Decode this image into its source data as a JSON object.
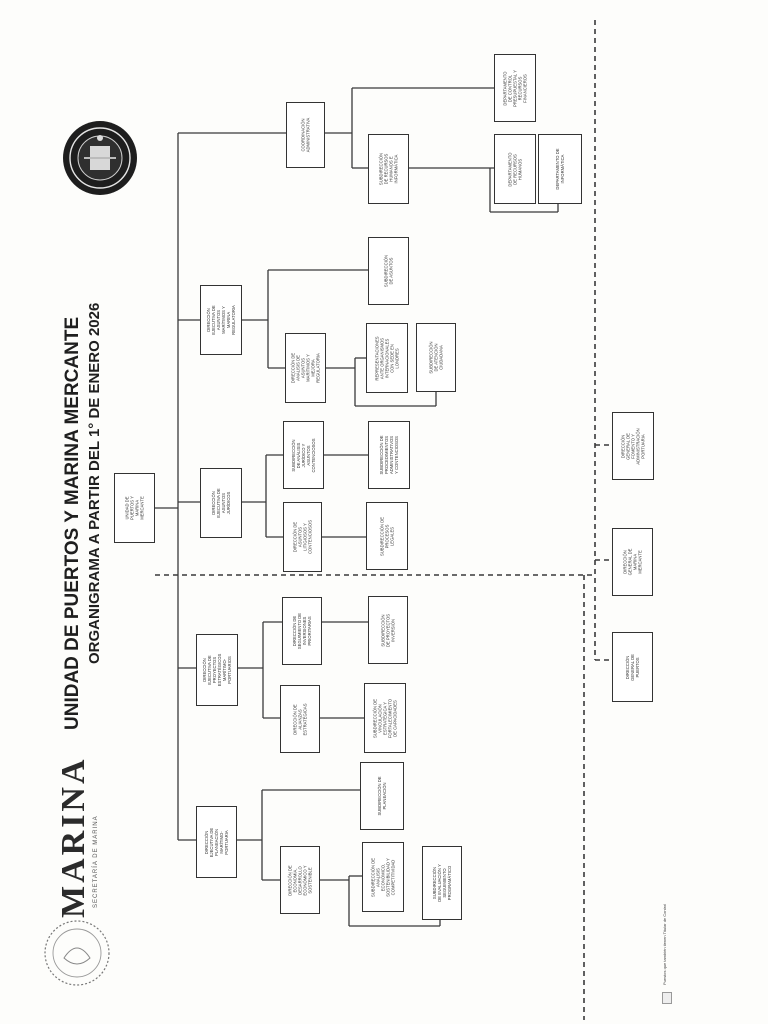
{
  "header": {
    "title": "UNIDAD DE PUERTOS Y MARINA MERCANTE",
    "subtitle": "ORGANIGRAMA A PARTIR DEL 1° DE ENERO 2026"
  },
  "brand": {
    "name": "MARINA",
    "tagline": "SECRETARÍA DE MARINA"
  },
  "footnote": "Puestos que también tienen Titular de Control",
  "units": {
    "head": "UNIDAD DE PUERTOS Y MARINA MERCANTE",
    "dep_pol": "DIRECCIÓN EJECUTIVA DE PLANEACIÓN MARÍTIMO-PORTUARIA",
    "dep_proy": "DIRECCIÓN EJECUTIVA DE PROYECTOS ESTRATÉGICOS MARÍTIMO-PORTUARIOS",
    "dep_jur": "DIRECCIÓN EJECUTIVA DE ASUNTOS JURÍDICOS",
    "dep_reg": "DIRECCIÓN EJECUTIVA DE ASUNTOS MARÍTIMOS Y MARINA REGULATORIA",
    "coord_adm": "COORDINACIÓN ADMINISTRATIVA",
    "dir_econ": "DIRECCIÓN DE ECONOMÍA, DESARROLLO ECONÓMICO Y SOSTENIBLE",
    "dir_alianzas": "DIRECCIÓN DE ALIANZAS ESTRATÉGICAS",
    "dir_seguimiento": "DIRECCIÓN DE SEGUIMIENTO DE INVERSIONES PRIORITARIAS",
    "dir_contencioso": "DIRECCIÓN DE ASUNTOS LITIGIOSOS Y CONTENCIOSOS",
    "sub_juridico": "SUBDIRECCIÓN DE ANÁLISIS JURÍDICO Y ASUNTOS CONTENCIOSOS",
    "dir_analisis_reg": "DIRECCIÓN DE ANÁLISIS DE ASUNTOS MARÍTIMOS Y MEJORA REGULATORIA",
    "sub_planeacion": "SUBDIRECCIÓN DE PLANEACIÓN",
    "sub_estadistica": "SUBDIRECCIÓN DE ANÁLISIS ECONÓMICO, SOSTENIBILIDAD Y COMPETITIVIDAD",
    "sub_evaluacion": "SUBDIRECCIÓN DE EVALUACIÓN Y SEGUIMIENTO PROGRAMÁTICO",
    "sub_vinculacion": "SUBDIRECCIÓN DE VINCULACIÓN ESTRATÉGICA Y FORTALECIMIENTO DE CAPACIDADES",
    "sub_proyectos": "SUBDIRECCIÓN DE PROYECTOS INVERSIÓN",
    "sub_procesos": "SUBDIRECCIÓN DE PROCESOS LEGALES",
    "sub_procedimientos": "SUBDIRECCIÓN DE PROCEDIMIENTOS ADMINISTRATIVOS Y CONTENCIOSOS",
    "representaciones": "REPRESENTACIONES ANTE ORGANISMOS INTERNACIONALES CON SEDE EN LONDRES",
    "sub_atencion": "SUBDIRECCIÓN DE ATENCIÓN CIUDADANA",
    "sub_asuntos": "SUBDIRECCIÓN DE ASUNTOS",
    "sub_recursos": "SUBDIRECCIÓN DE RECURSOS HUMANOS E INFORMÁTICA",
    "depto_control": "DEPARTAMENTO DE CONTROL PRESUPUESTAL Y RECURSOS FINANCIEROS",
    "depto_rh": "DEPARTAMENTO DE RECURSOS HUMANOS",
    "depto_info": "DEPARTAMENTO DE INFORMÁTICA",
    "dg_puertos": "DIRECCIÓN GENERAL DE PUERTOS",
    "dg_marina": "DIRECCIÓN GENERAL DE MARINA MERCANTE",
    "dg_fomento": "DIRECCIÓN GENERAL DE FOMENTO Y ADMINISTRACIÓN PORTUARIA"
  }
}
